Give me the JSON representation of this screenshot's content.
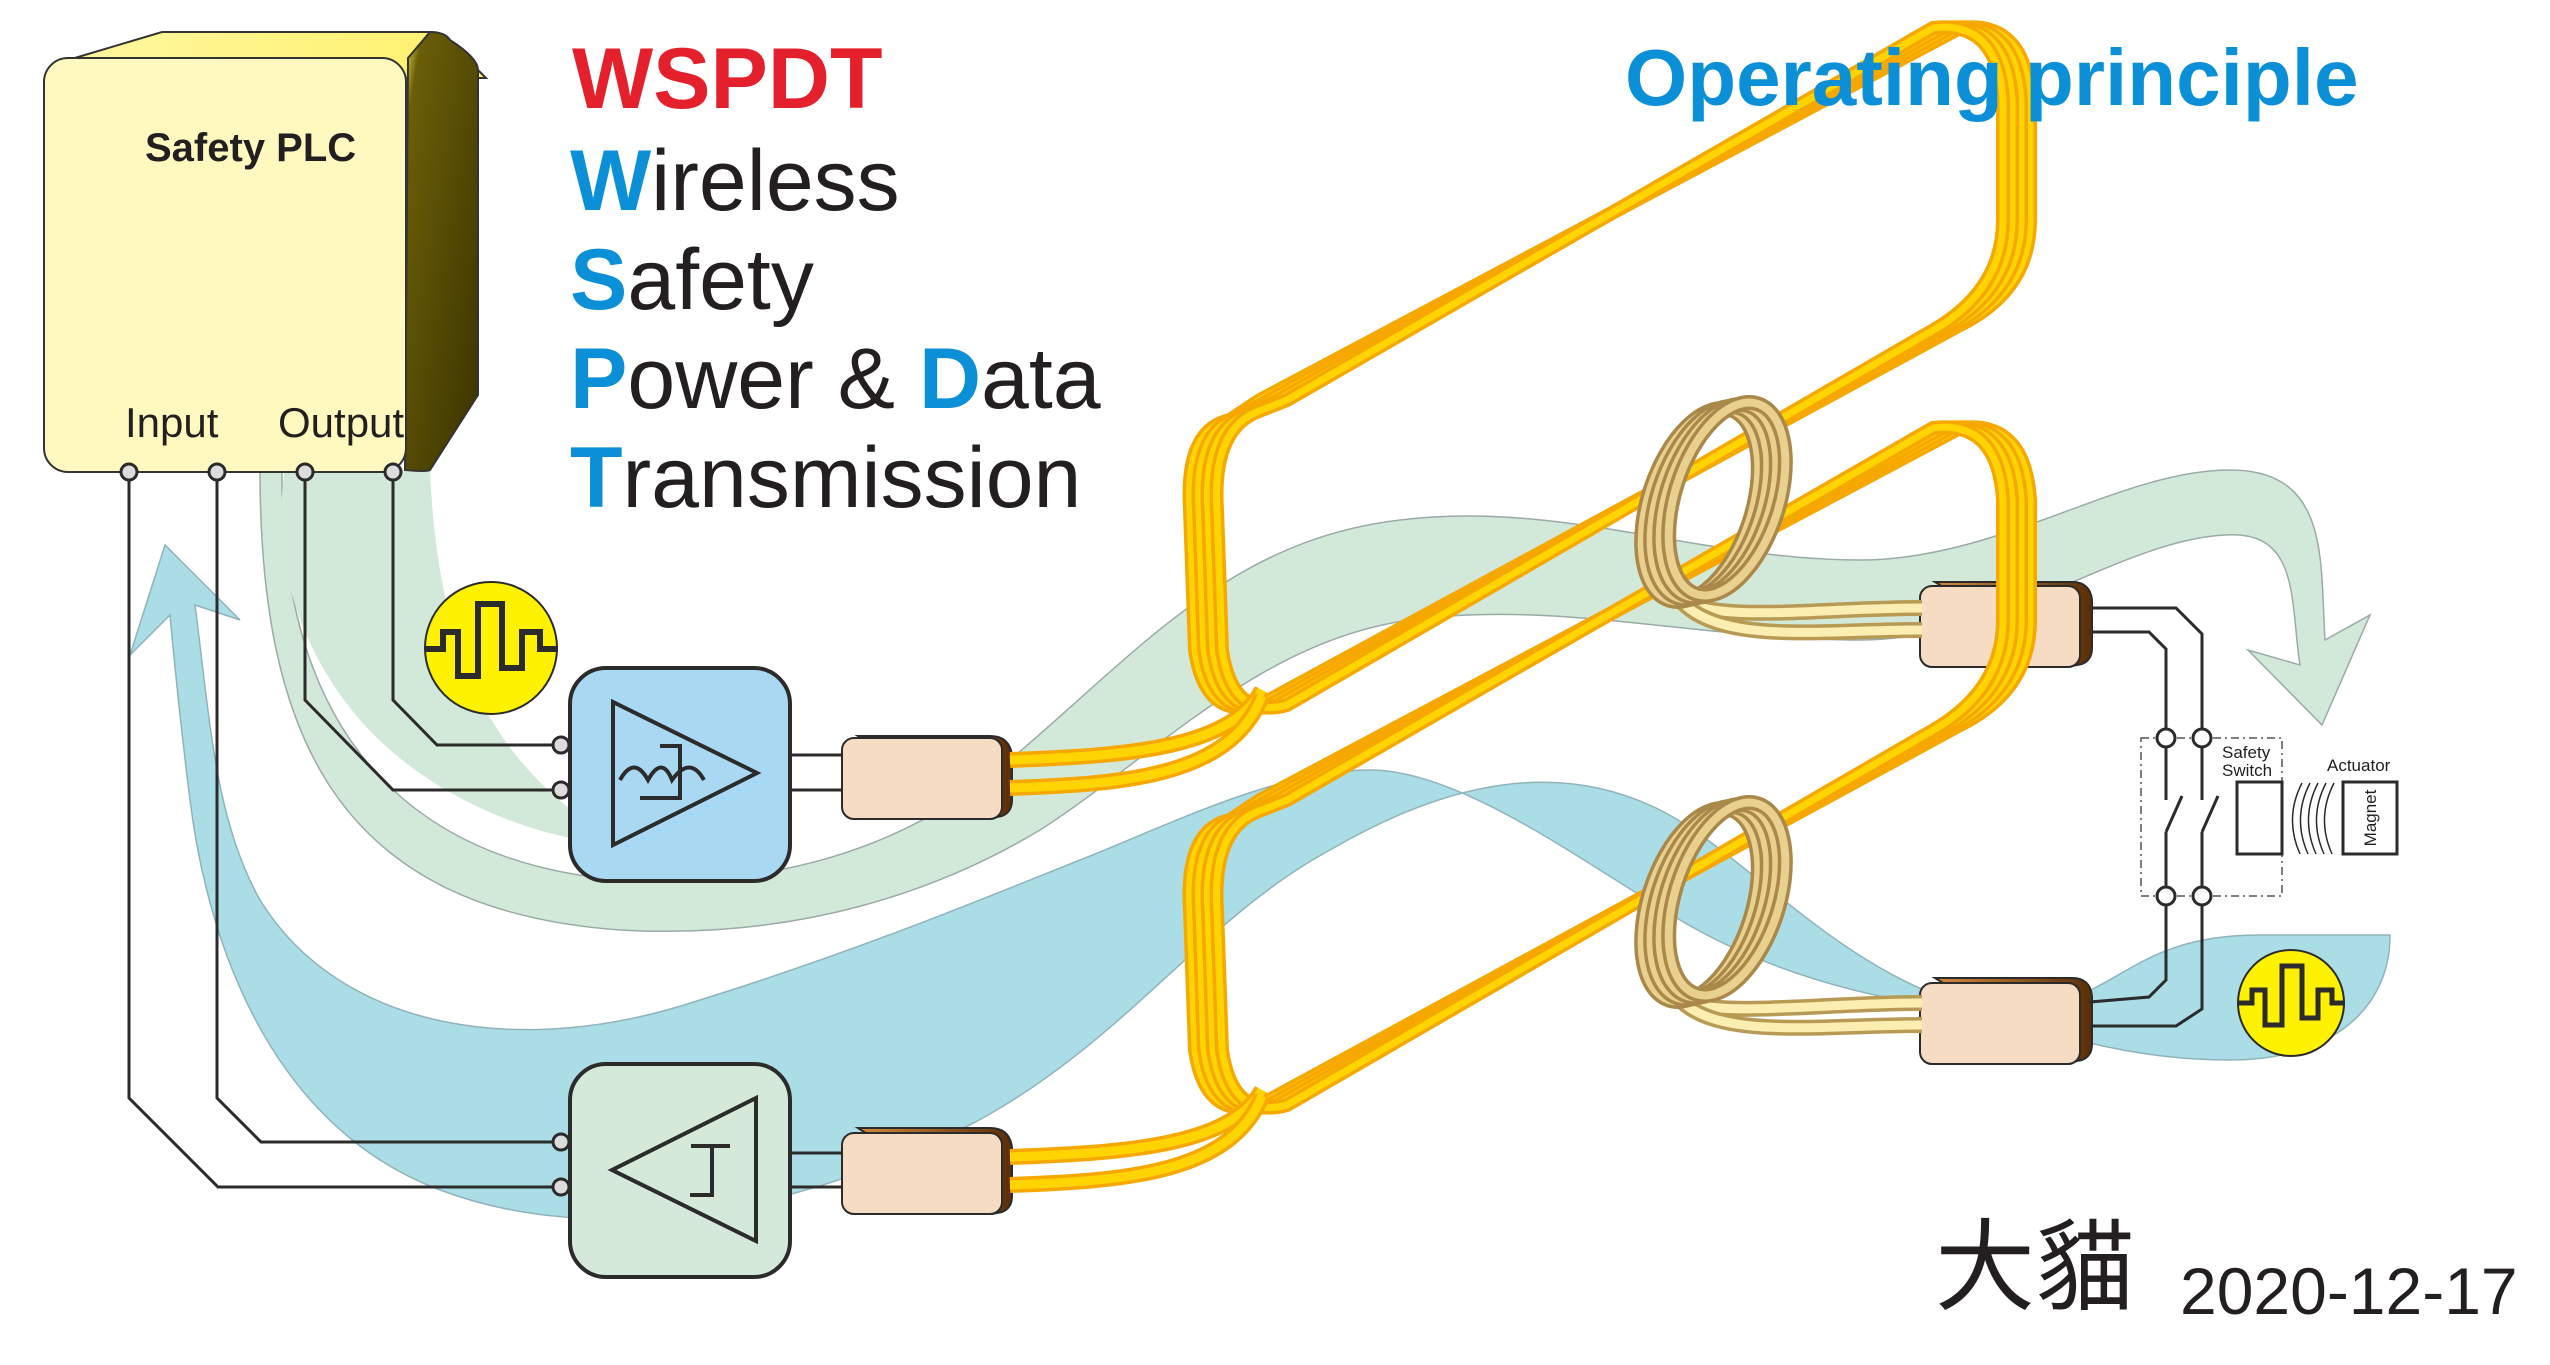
{
  "headline": {
    "acronym": "WSPDT",
    "acronym_color": "#e3202b",
    "lines": [
      {
        "initial": "W",
        "rest": "ireless"
      },
      {
        "initial": "S",
        "rest": "afety"
      },
      {
        "initial": "P",
        "rest": "ower & ",
        "initial2": "D",
        "rest2": "ata"
      },
      {
        "initial": "T",
        "rest": "ransmission"
      }
    ],
    "initial_color": "#0b8fd6"
  },
  "title": "Operating principle",
  "plc": {
    "title": "Safety PLC",
    "input_label": "Input",
    "output_label": "Output"
  },
  "modules": {
    "transmitter": {
      "name": "modulator-amplifier",
      "icon": "amplifier-modulation-icon"
    },
    "receiver": {
      "name": "comparator-receiver",
      "icon": "comparator-step-icon"
    }
  },
  "signal_icons": [
    "pulse-signal-icon",
    "pulse-signal-icon"
  ],
  "safety_switch": {
    "label_line1": "Safety",
    "label_line2": "Switch"
  },
  "actuator": {
    "label": "Actuator",
    "magnet_label": "Magnet"
  },
  "signature": {
    "author": "大貓",
    "date": "2020-12-17"
  },
  "colors": {
    "plc_face": "#fff9c0",
    "plc_side": "#3d3600",
    "flow_green": "#d2e9d9",
    "flow_blue": "#abdde6",
    "tx_module": "#a9d8f3",
    "rx_module": "#d4e9da",
    "connector": "#f6dcc2",
    "coil_yellow": "#ffd400",
    "coil_orange": "#f6a800",
    "pickup_coil": "#e9d08f",
    "signal_yellow": "#fff200",
    "wire": "#2b2b2b"
  }
}
